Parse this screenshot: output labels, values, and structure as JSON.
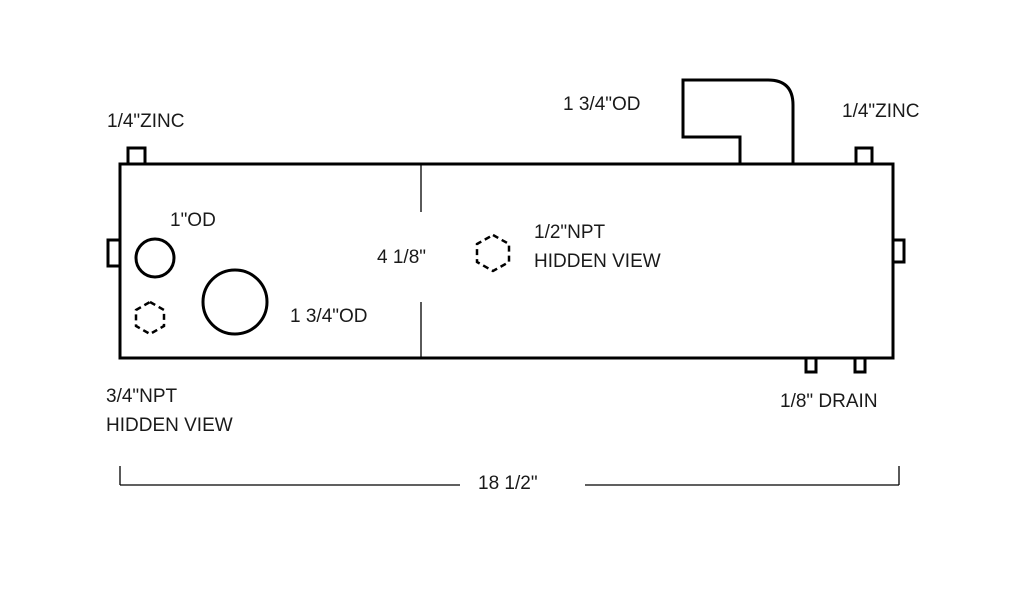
{
  "labels": {
    "zinc_left": "1/4\"ZINC",
    "outlet_top": "1 3/4\"OD",
    "zinc_right": "1/4\"ZINC",
    "inlet_small": "1\"OD",
    "height_dim": "4 1/8\"",
    "npt_half_line1": "1/2\"NPT",
    "npt_half_line2": "HIDDEN VIEW",
    "inlet_large": "1 3/4\"OD",
    "npt_three_quarter_line1": "3/4\"NPT",
    "npt_three_quarter_line2": "HIDDEN VIEW",
    "drain": "1/8\" DRAIN",
    "length_dim": "18 1/2\""
  }
}
